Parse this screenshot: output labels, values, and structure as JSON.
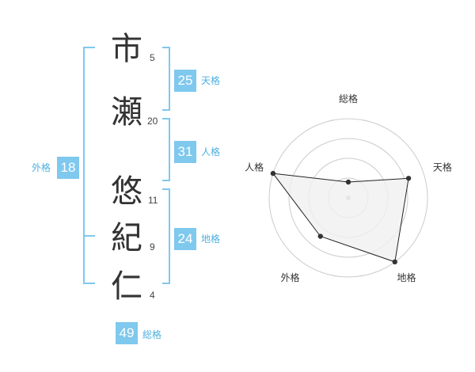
{
  "name": {
    "characters": [
      {
        "char": "市",
        "strokes": "5"
      },
      {
        "char": "瀬",
        "strokes": "20"
      },
      {
        "char": "悠",
        "strokes": "11"
      },
      {
        "char": "紀",
        "strokes": "9"
      },
      {
        "char": "仁",
        "strokes": "4"
      }
    ]
  },
  "fortunes": {
    "tenkaku": {
      "value": "25",
      "label": "天格"
    },
    "jinkaku": {
      "value": "31",
      "label": "人格"
    },
    "chikaku": {
      "value": "24",
      "label": "地格"
    },
    "gaikaku": {
      "value": "18",
      "label": "外格"
    },
    "soukaku": {
      "value": "49",
      "label": "総格"
    }
  },
  "chart_data": {
    "type": "radar",
    "axes": [
      "総格",
      "天格",
      "地格",
      "外格",
      "人格"
    ],
    "values": [
      1,
      4,
      5,
      3,
      5
    ],
    "max": 5,
    "rings": 4,
    "colors": {
      "fill": "#f0f0f0",
      "line": "#222222",
      "point": "#333333",
      "grid": "#cccccc",
      "center": "#bbbbbb"
    }
  },
  "colors": {
    "accent": "#7fc8ee",
    "label": "#4db0e0",
    "bracket": "#7fc8ee"
  }
}
